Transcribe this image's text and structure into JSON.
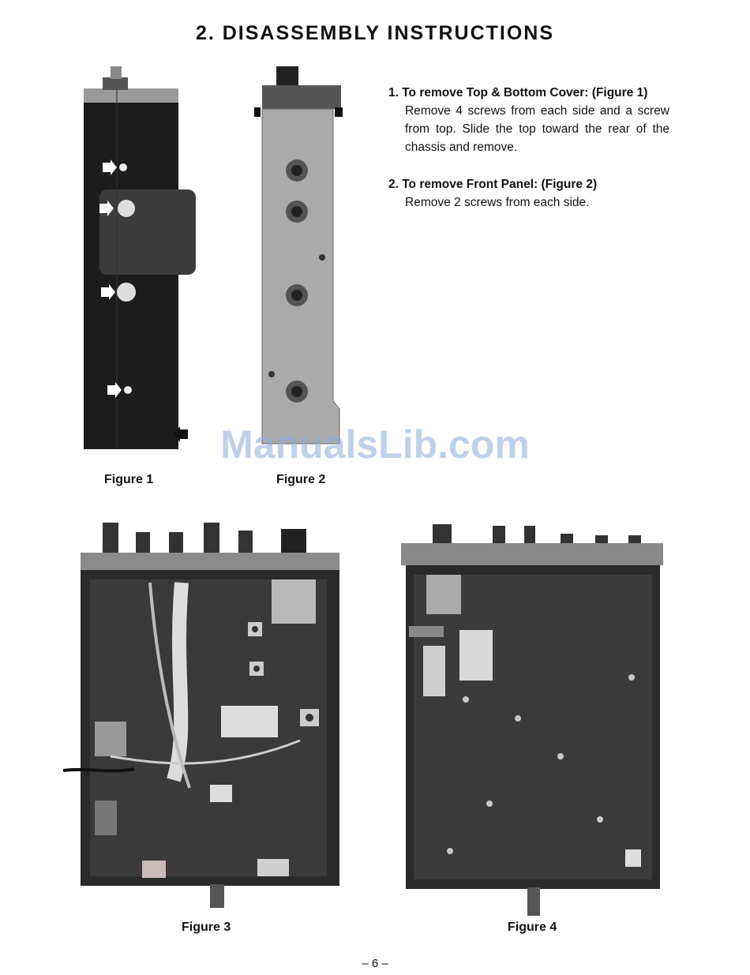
{
  "header": {
    "title": "2. DISASSEMBLY INSTRUCTIONS"
  },
  "instructions": [
    {
      "heading": "1. To remove Top & Bottom Cover: (Figure 1)",
      "body": "Remove 4 screws from each side and a screw from top. Slide the top toward the rear of the chassis and remove."
    },
    {
      "heading": "2. To remove Front Panel: (Figure 2)",
      "body": "Remove 2 screws from each side."
    }
  ],
  "figures": [
    {
      "caption": "Figure 1"
    },
    {
      "caption": "Figure 2"
    },
    {
      "caption": "Figure 3"
    },
    {
      "caption": "Figure 4"
    }
  ],
  "watermark": "ManualsLib.com",
  "footer": {
    "page_number": "– 6 –"
  }
}
